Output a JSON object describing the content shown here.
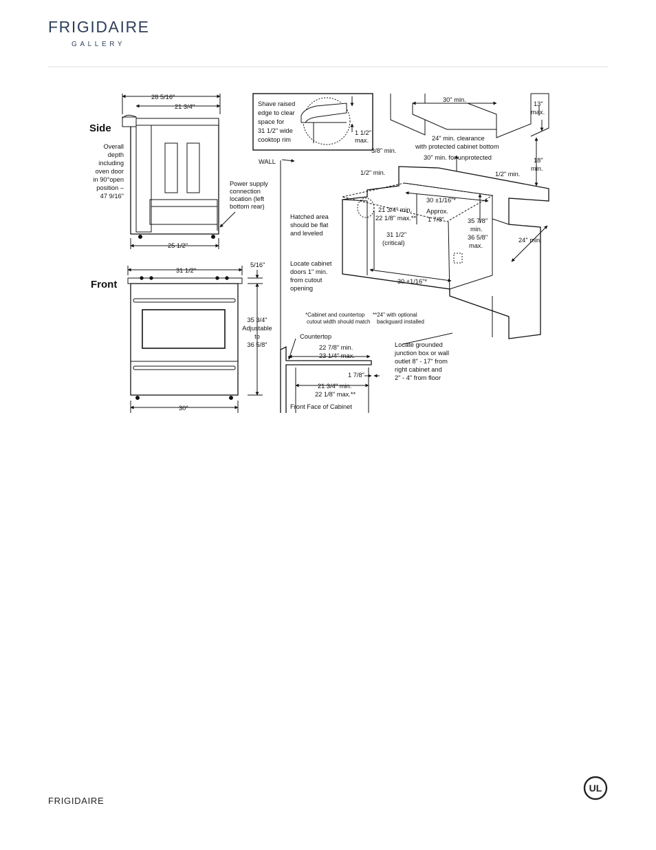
{
  "brand": {
    "name": "FRIGIDAIRE",
    "sub": "GALLERY"
  },
  "footer": {
    "brand": "FRIGIDAIRE"
  },
  "labels": {
    "side": "Side",
    "front": "Front",
    "d_28": "28 5/16\"",
    "d_21": "21 3/4\"",
    "overall_depth": [
      "Overall",
      "depth",
      "including",
      "oven door",
      "in 90°open",
      "position –",
      "47 9/16\""
    ],
    "d_25": "25 1/2\"",
    "power_supply": [
      "Power supply",
      "connection",
      "location (left",
      "bottom rear)"
    ],
    "d_31_front": "31 1/2\"",
    "d_5_16": "5/16\"",
    "height": [
      "35 3/4\"",
      "Adjustable",
      "to",
      "36 5/8\""
    ],
    "d_30_front": "30\"",
    "shave": [
      "Shave raised",
      "edge to clear",
      "space for",
      "31 1/2\" wide",
      "cooktop rim"
    ],
    "rim_max": [
      "1 1/2\"",
      "max."
    ],
    "wall": "WALL",
    "hood_30": "30\" min.",
    "hood_13": [
      "13\"",
      "max."
    ],
    "clearance": [
      "24\" min. clearance",
      "with protected cabinet bottom"
    ],
    "unprotected": "30\" min. for unprotected",
    "d_3_8": "3/8\" min.",
    "d_18": [
      "18\"",
      "min."
    ],
    "half_left": "1/2\" min.",
    "half_right": "1/2\" min.",
    "cut_30_top": "30 ±1/16\"*",
    "approx": [
      "Approx.",
      "1 7/8\""
    ],
    "hatched": [
      "Hatched area",
      "should be flat",
      "and leveled"
    ],
    "depth_21": [
      "21 3/4\" min.",
      "22 1/8\" max.**"
    ],
    "critical": [
      "31 1/2\"",
      "(critical)"
    ],
    "h_35": [
      "35 7/8\"",
      "min.",
      "36 5/8\"",
      "max."
    ],
    "d_24": "24\" min.",
    "locate_doors": [
      "Locate cabinet",
      "doors 1\" min.",
      "from cutout",
      "opening"
    ],
    "cut_30_bottom": "30 ±1/16\"*",
    "note_cab": [
      "*Cabinet and countertop",
      "cutout width should match"
    ],
    "note_back": [
      "**24\" with optional",
      "backguard installed"
    ],
    "countertop": "Countertop",
    "ct_22": [
      "22 7/8\" min.",
      "23 1/4\" max."
    ],
    "ct_1_7_8": "1 7/8\"",
    "ct_21": [
      "21 3/4\" min.",
      "22 1/8\" max.**"
    ],
    "front_face": "Front Face of Cabinet",
    "junction": [
      "Locate grounded",
      "junction box or wall",
      "outlet 8\" - 17\" from",
      "right cabinet and",
      "2\" - 4\" from floor"
    ],
    "ul": "UL"
  }
}
